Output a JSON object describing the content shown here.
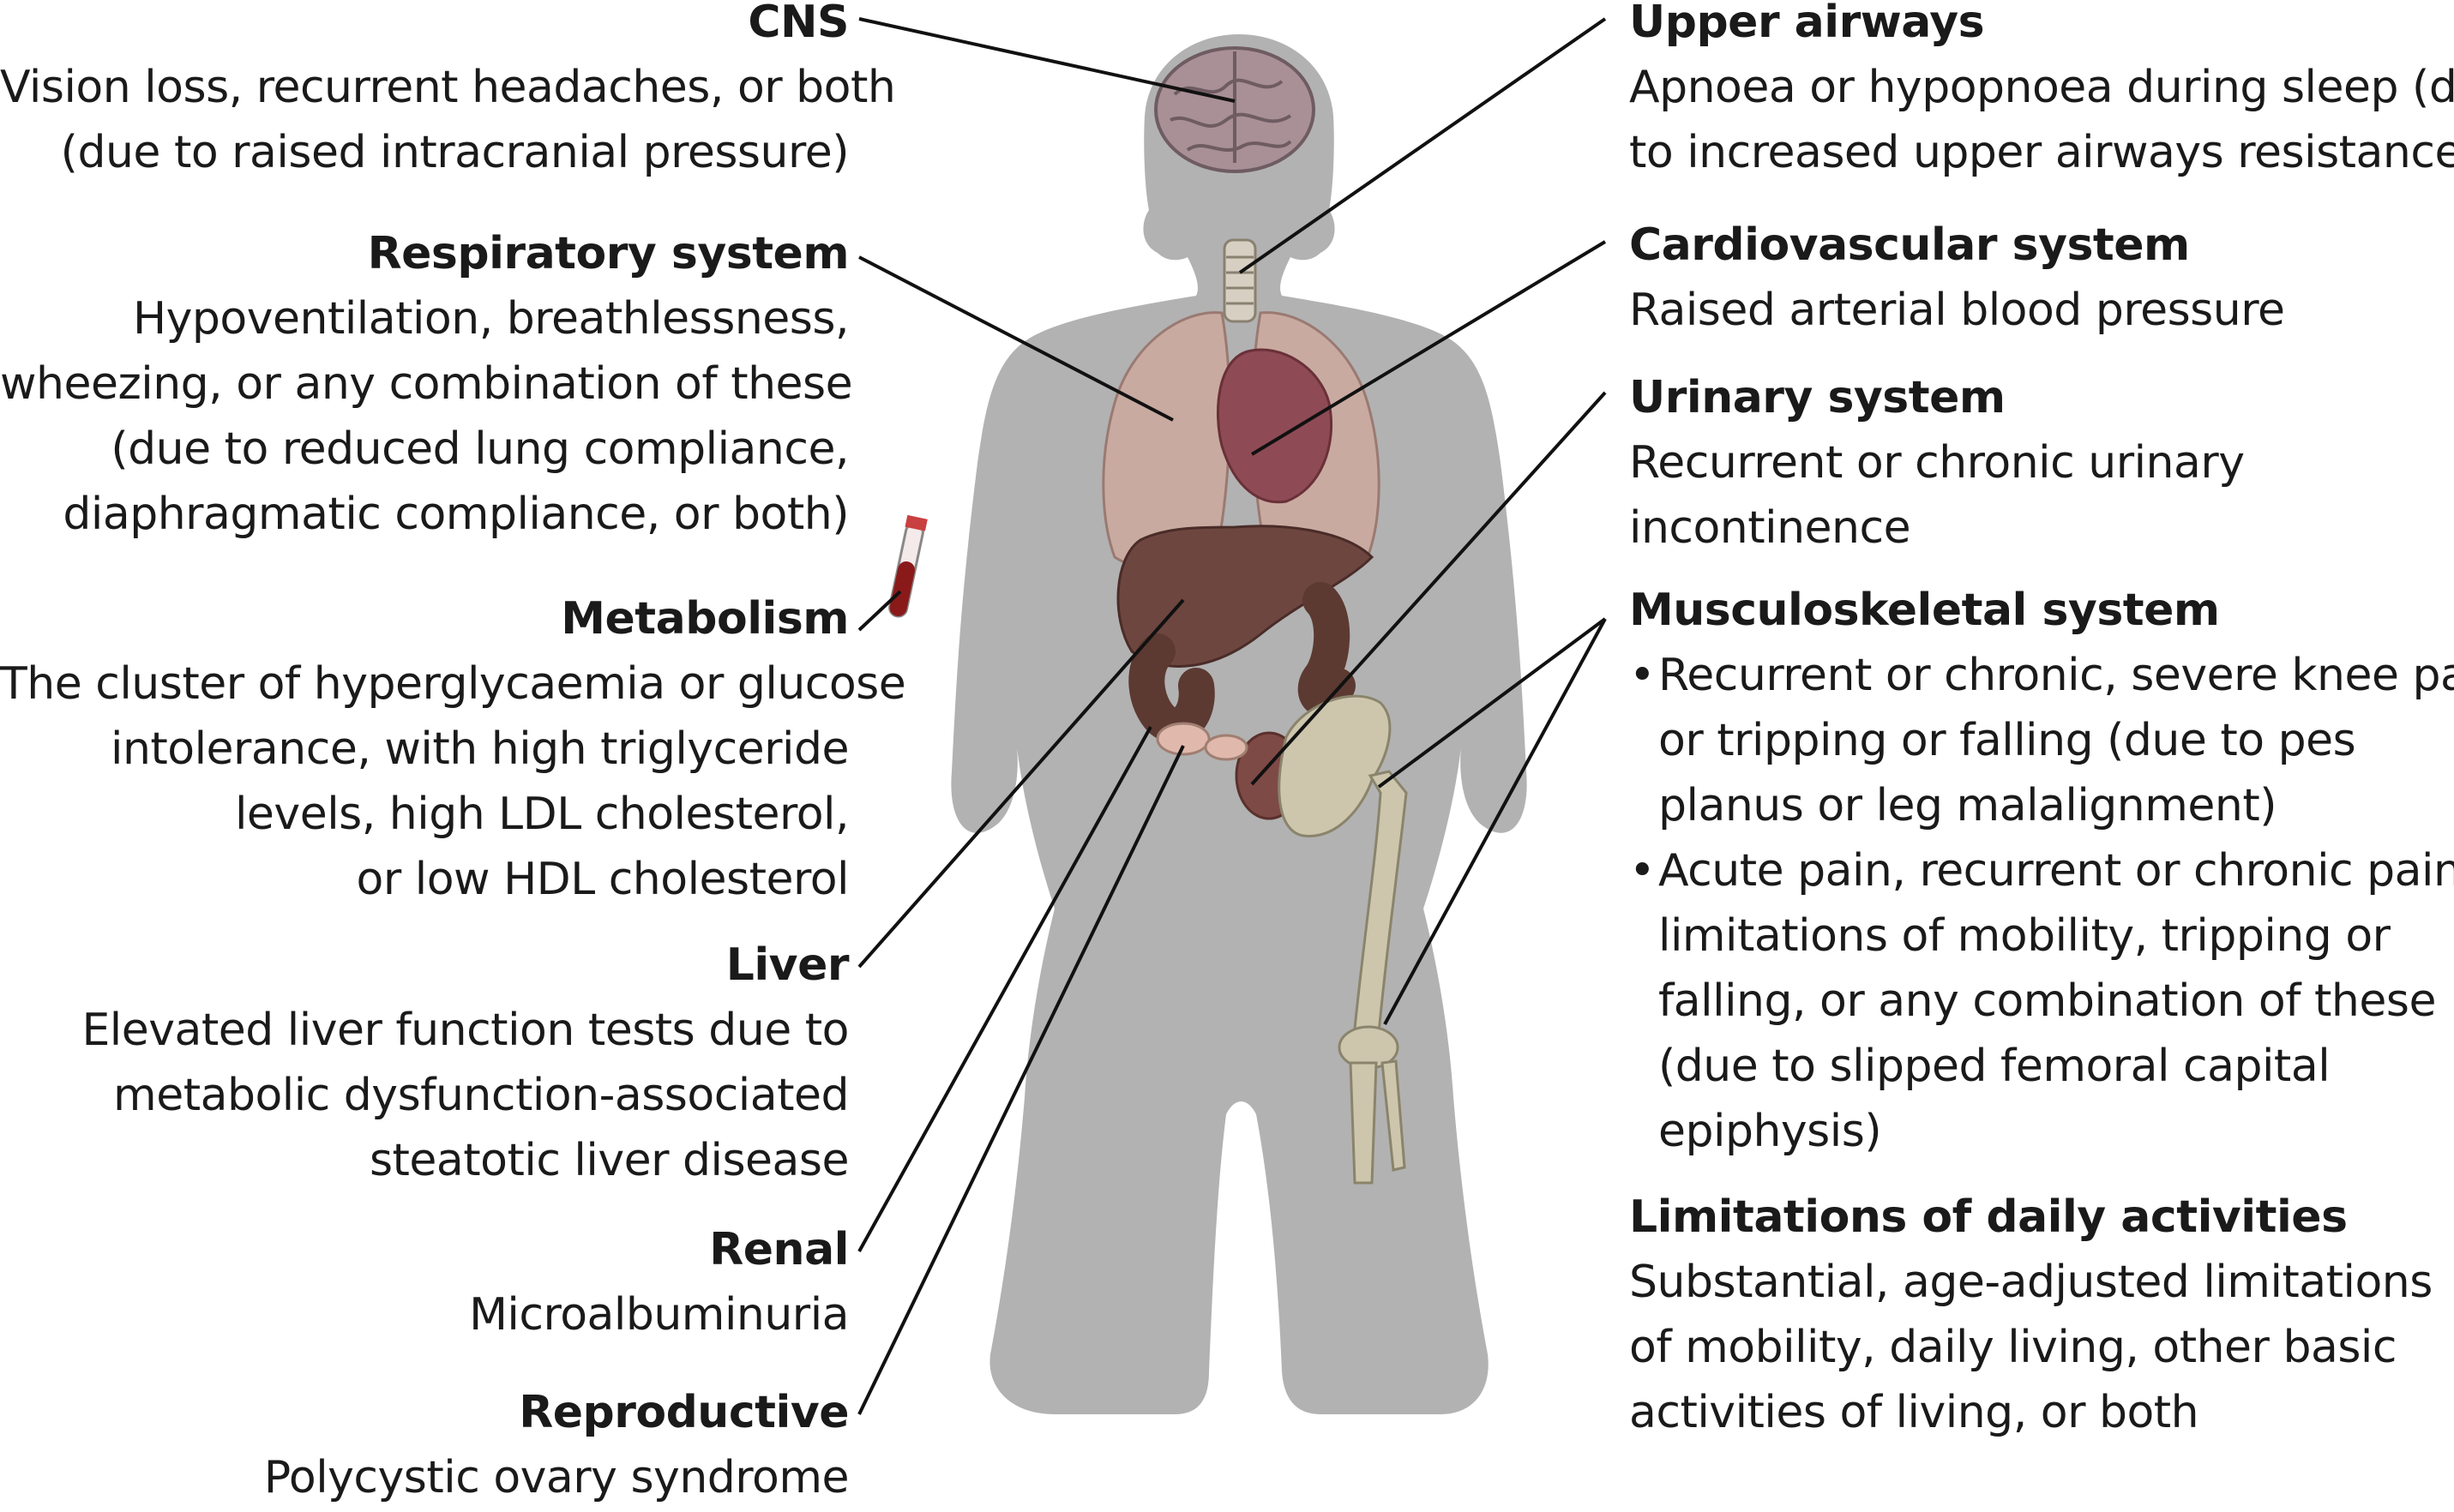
{
  "left_sections": [
    {
      "heading": "CNS",
      "lines": [
        "Vision loss, recurrent headaches, or both",
        "(due to raised intracranial pressure)"
      ]
    },
    {
      "heading": "Respiratory system",
      "lines": [
        "Hypoventilation, breathlessness,",
        "wheezing, or any combination of these",
        "(due to reduced lung compliance,",
        "diaphragmatic compliance, or both)"
      ]
    },
    {
      "heading": "Metabolism",
      "lines": [
        "The cluster of hyperglycaemia or glucose",
        "intolerance, with high triglyceride",
        "levels, high LDL cholesterol,",
        "or low HDL cholesterol"
      ]
    },
    {
      "heading": "Liver",
      "lines": [
        "Elevated liver function tests due to",
        "metabolic dysfunction-associated",
        "steatotic liver disease"
      ]
    },
    {
      "heading": "Renal",
      "lines": [
        "Microalbuminuria"
      ]
    },
    {
      "heading": "Reproductive",
      "lines": [
        "Polycystic ovary syndrome"
      ]
    }
  ],
  "right_sections": [
    {
      "heading": "Upper airways",
      "lines": [
        "Apnoea or hypopnoea during sleep (due",
        "to increased upper airways resistance)"
      ]
    },
    {
      "heading": "Cardiovascular system",
      "lines": [
        "Raised arterial blood pressure"
      ]
    },
    {
      "heading": "Urinary system",
      "lines": [
        "Recurrent or chronic urinary",
        "incontinence"
      ]
    },
    {
      "heading": "Musculoskeletal system",
      "bullets": [
        {
          "marker": "•",
          "lines": [
            "Recurrent or chronic, severe knee pain,",
            "or tripping or falling (due to pes",
            "planus or leg malalignment)"
          ]
        },
        {
          "marker": "•",
          "lines": [
            "Acute pain, recurrent or chronic pain,",
            "limitations of mobility, tripping or",
            "falling, or any combination of these",
            "(due to slipped femoral capital",
            "epiphysis)"
          ]
        }
      ]
    },
    {
      "heading": "Limitations of daily activities",
      "lines": [
        "Substantial, age-adjusted limitations",
        "of mobility, daily living, other basic",
        "activities of living, or both"
      ]
    }
  ],
  "colors": {
    "silhouette": "#b2b2b2",
    "brain": "#a89096",
    "lungs": "#c8aaa0",
    "heart": "#8e4b55",
    "liver": "#6e4640",
    "intestine": "#5c3a32",
    "bone": "#cdc6ad",
    "blood_tube": "#8a1a1a",
    "leader_line": "#111111",
    "text": "#1a1a1a"
  }
}
